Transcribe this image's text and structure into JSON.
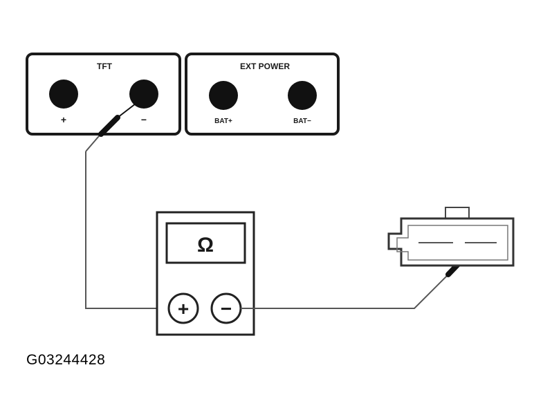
{
  "tft_panel": {
    "title": "TFT",
    "left_terminal_label": "+",
    "right_terminal_label": "−"
  },
  "ext_power_panel": {
    "title": "EXT POWER",
    "left_terminal_label": "BAT+",
    "right_terminal_label": "BAT−"
  },
  "multimeter": {
    "display_symbol": "Ω",
    "plus_label": "+",
    "minus_label": "−"
  },
  "figure_id": "G03244428"
}
